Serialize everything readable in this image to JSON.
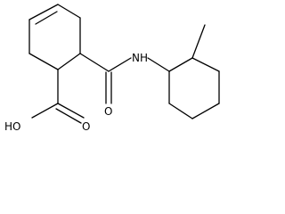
{
  "molecule": {
    "atom_labels": {
      "amide_nitrogen": "NH",
      "amide_oxygen": "O",
      "acid_hydroxyl": "HO",
      "acid_oxygen": "O"
    }
  }
}
